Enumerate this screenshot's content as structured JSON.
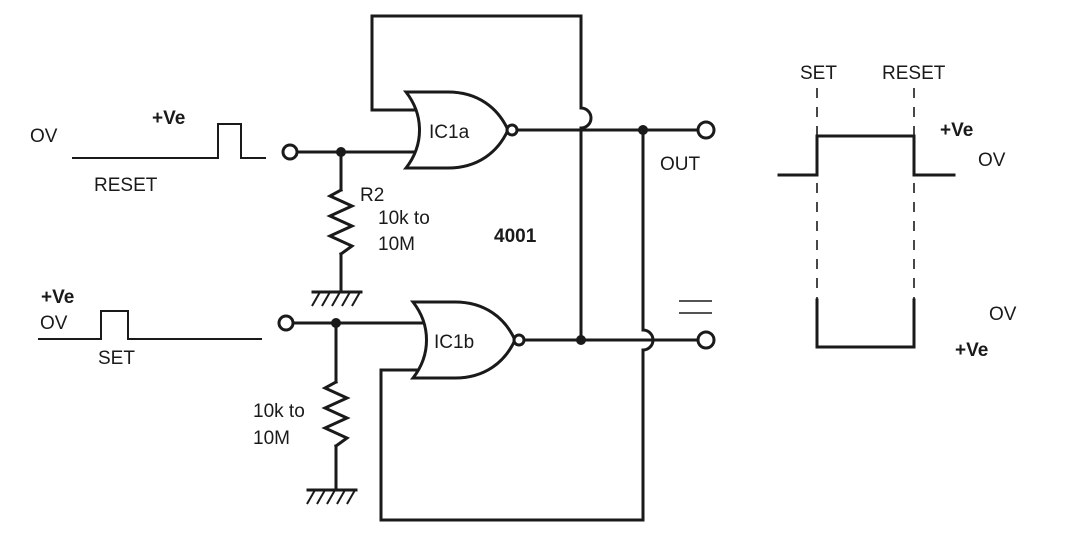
{
  "inputs": {
    "reset": {
      "zero_label": "OV",
      "pulse_label": "+Ve",
      "name": "RESET"
    },
    "set": {
      "pulse_label": "+Ve",
      "zero_label": "OV",
      "name": "SET"
    }
  },
  "resistors": {
    "r_top": {
      "name": "R2",
      "value_line1": "10k to",
      "value_line2": "10M"
    },
    "r_bottom": {
      "value_line1": "10k to",
      "value_line2": "10M"
    }
  },
  "gates": {
    "top": {
      "label": "IC1a"
    },
    "bottom": {
      "label": "IC1b"
    }
  },
  "chip_label": "4001",
  "outputs": {
    "q_label": "OUT"
  },
  "timing": {
    "set_label": "SET",
    "reset_label": "RESET",
    "top_high_label": "+Ve",
    "top_low_label": "OV",
    "bottom_low_label": "OV",
    "bottom_high_label": "+Ve"
  }
}
